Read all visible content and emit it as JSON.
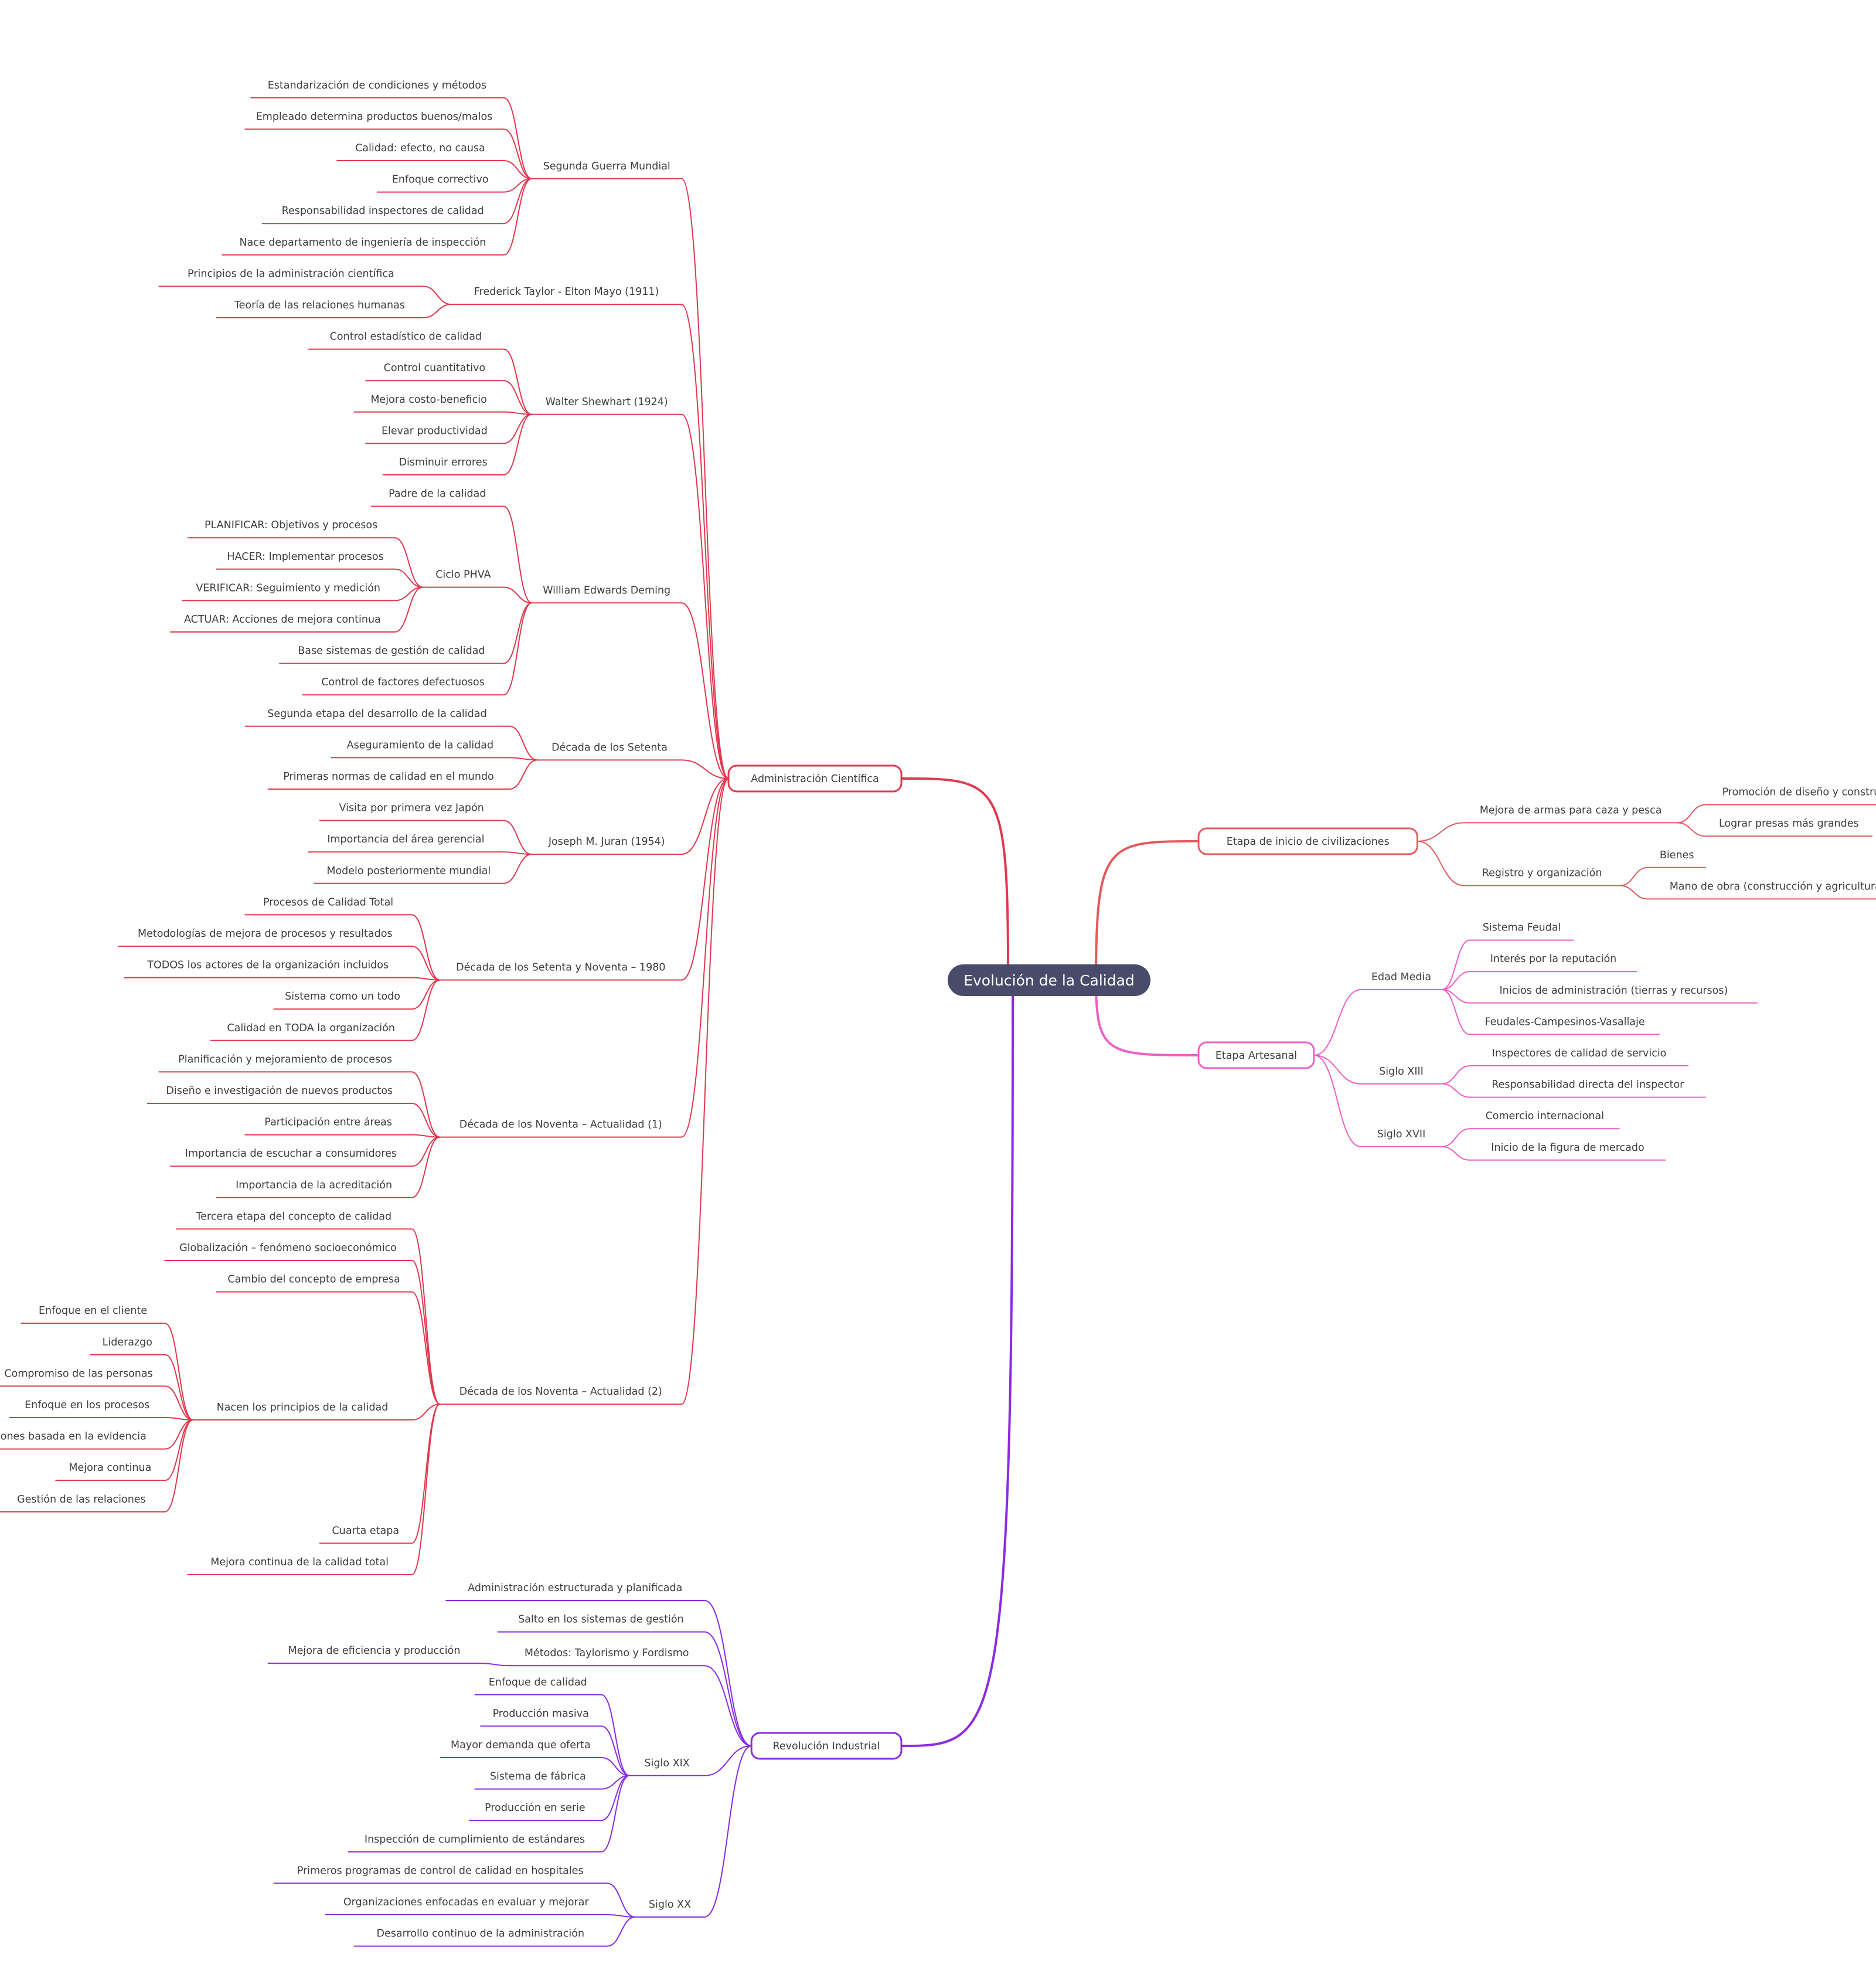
{
  "colors": {
    "background": "#ffffff",
    "root_fill": "#484b6a",
    "root_text": "#ffffff",
    "text": "#3d3d3d",
    "branch_administracion": "#e0394f",
    "branch_inicio": "#e45a5e",
    "branch_artesanal": "#ec5fc4",
    "branch_industrial": "#8a2be2"
  },
  "root": {
    "label": "Evolución de la Calidad"
  },
  "branches": [
    {
      "label": "Administración Científica",
      "color_key": "branch_administracion",
      "children": [
        {
          "label": "Segunda Guerra Mundial",
          "children": [
            {
              "label": "Estandarización de condiciones y métodos"
            },
            {
              "label": "Empleado determina productos buenos/malos"
            },
            {
              "label": "Calidad: efecto, no causa"
            },
            {
              "label": "Enfoque correctivo"
            },
            {
              "label": "Responsabilidad inspectores de calidad"
            },
            {
              "label": "Nace departamento de ingeniería de inspección"
            }
          ]
        },
        {
          "label": "Frederick Taylor - Elton Mayo (1911)",
          "children": [
            {
              "label": "Principios de la administración científica"
            },
            {
              "label": "Teoría de las relaciones humanas"
            }
          ]
        },
        {
          "label": "Walter Shewhart (1924)",
          "children": [
            {
              "label": "Control estadístico de calidad"
            },
            {
              "label": "Control cuantitativo"
            },
            {
              "label": "Mejora costo-beneficio"
            },
            {
              "label": "Elevar productividad"
            },
            {
              "label": "Disminuir errores"
            }
          ]
        },
        {
          "label": "William Edwards Deming",
          "children": [
            {
              "label": "Padre de la calidad"
            },
            {
              "label": "Ciclo PHVA",
              "children": [
                {
                  "label": "PLANIFICAR: Objetivos y procesos"
                },
                {
                  "label": "HACER: Implementar procesos"
                },
                {
                  "label": "VERIFICAR: Seguimiento y medición"
                },
                {
                  "label": "ACTUAR: Acciones de mejora continua"
                }
              ]
            },
            {
              "label": "Base sistemas de gestión de calidad"
            },
            {
              "label": "Control de factores defectuosos"
            }
          ]
        },
        {
          "label": "Década de los Setenta",
          "children": [
            {
              "label": "Segunda etapa del desarrollo de la calidad"
            },
            {
              "label": "Aseguramiento de la calidad"
            },
            {
              "label": "Primeras normas de calidad en el mundo"
            }
          ]
        },
        {
          "label": "Joseph M. Juran (1954)",
          "children": [
            {
              "label": "Visita por primera vez Japón"
            },
            {
              "label": "Importancia del área gerencial"
            },
            {
              "label": "Modelo posteriormente mundial"
            }
          ]
        },
        {
          "label": "Década de los Setenta y Noventa – 1980",
          "children": [
            {
              "label": "Procesos de Calidad Total"
            },
            {
              "label": "Metodologías de mejora de procesos y resultados"
            },
            {
              "label": "TODOS los actores de la organización incluidos"
            },
            {
              "label": "Sistema como un todo"
            },
            {
              "label": "Calidad en TODA la organización"
            }
          ]
        },
        {
          "label": "Década de los Noventa – Actualidad (1)",
          "children": [
            {
              "label": "Planificación y mejoramiento de procesos"
            },
            {
              "label": "Diseño e investigación de nuevos productos"
            },
            {
              "label": "Participación entre áreas"
            },
            {
              "label": "Importancia de escuchar a consumidores"
            },
            {
              "label": "Importancia de la acreditación"
            }
          ]
        },
        {
          "label": "Década de los Noventa – Actualidad (2)",
          "children": [
            {
              "label": "Tercera etapa del concepto de calidad"
            },
            {
              "label": "Globalización – fenómeno socioeconómico"
            },
            {
              "label": "Cambio del concepto de empresa"
            },
            {
              "label": "Nacen los principios de la calidad",
              "children": [
                {
                  "label": "Enfoque en el cliente"
                },
                {
                  "label": "Liderazgo"
                },
                {
                  "label": "Compromiso de las personas"
                },
                {
                  "label": "Enfoque en los procesos"
                },
                {
                  "label": "Toma de decisiones basada en la evidencia"
                },
                {
                  "label": "Mejora continua"
                },
                {
                  "label": "Gestión de las relaciones"
                }
              ]
            },
            {
              "label": "Cuarta etapa"
            },
            {
              "label": "Mejora continua de la calidad total"
            }
          ]
        }
      ]
    },
    {
      "label": "Etapa de inicio de civilizaciones",
      "color_key": "branch_inicio",
      "children": [
        {
          "label": "Mejora de armas para caza y pesca",
          "children": [
            {
              "label": "Promoción de diseño y construcción"
            },
            {
              "label": "Lograr presas más grandes"
            }
          ]
        },
        {
          "label": "Registro y organización",
          "children": [
            {
              "label": "Bienes"
            },
            {
              "label": "Mano de obra (construcción y agricultura)"
            }
          ]
        }
      ]
    },
    {
      "label": "Etapa Artesanal",
      "color_key": "branch_artesanal",
      "children": [
        {
          "label": "Edad Media",
          "children": [
            {
              "label": "Sistema Feudal"
            },
            {
              "label": "Interés por la reputación"
            },
            {
              "label": "Inicios de administración (tierras y recursos)"
            },
            {
              "label": "Feudales-Campesinos-Vasallaje"
            }
          ]
        },
        {
          "label": "Siglo XIII",
          "children": [
            {
              "label": "Inspectores de calidad de servicio"
            },
            {
              "label": "Responsabilidad directa del inspector"
            }
          ]
        },
        {
          "label": "Siglo XVII",
          "children": [
            {
              "label": "Comercio internacional"
            },
            {
              "label": "Inicio de la figura de mercado"
            }
          ]
        }
      ]
    },
    {
      "label": "Revolución Industrial",
      "color_key": "branch_industrial",
      "children": [
        {
          "label": "Administración estructurada y planificada"
        },
        {
          "label": "Salto en los sistemas de gestión"
        },
        {
          "label": "Métodos: Taylorismo y Fordismo",
          "children": [
            {
              "label": "Mejora de eficiencia y producción"
            }
          ]
        },
        {
          "label": "Siglo XIX",
          "children": [
            {
              "label": "Enfoque de calidad"
            },
            {
              "label": "Producción masiva"
            },
            {
              "label": "Mayor demanda que oferta"
            },
            {
              "label": "Sistema de fábrica"
            },
            {
              "label": "Producción en serie"
            },
            {
              "label": "Inspección de cumplimiento de estándares"
            }
          ]
        },
        {
          "label": "Siglo XX",
          "children": [
            {
              "label": "Primeros programas de control de calidad en hospitales"
            },
            {
              "label": "Organizaciones enfocadas en evaluar y mejorar"
            },
            {
              "label": "Desarrollo continuo de la administración"
            }
          ]
        }
      ]
    }
  ]
}
